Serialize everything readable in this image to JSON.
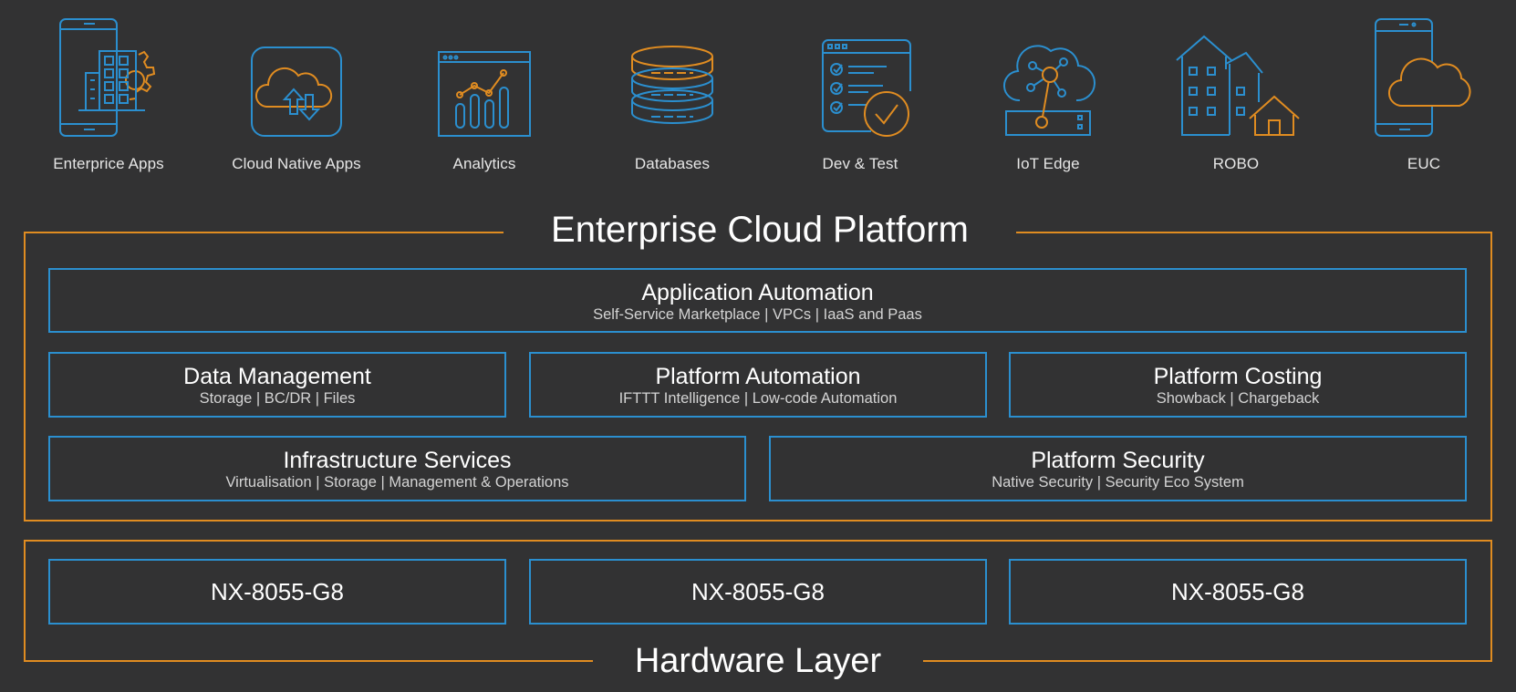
{
  "colors": {
    "background": "#323233",
    "frame_orange": "#e08c21",
    "box_blue": "#2b8fcf",
    "text": "#ffffff"
  },
  "workloads": [
    {
      "label": "Enterprice Apps",
      "icon": "enterprise-apps-icon"
    },
    {
      "label": "Cloud Native Apps",
      "icon": "cloud-native-apps-icon"
    },
    {
      "label": "Analytics",
      "icon": "analytics-icon"
    },
    {
      "label": "Databases",
      "icon": "databases-icon"
    },
    {
      "label": "Dev & Test",
      "icon": "dev-test-icon"
    },
    {
      "label": "IoT Edge",
      "icon": "iot-edge-icon"
    },
    {
      "label": "ROBO",
      "icon": "robo-icon"
    },
    {
      "label": "EUC",
      "icon": "euc-icon"
    }
  ],
  "platform": {
    "title": "Enterprise Cloud Platform",
    "app_automation": {
      "title": "Application Automation",
      "subtitle": "Self-Service Marketplace | VPCs | IaaS and Paas"
    },
    "data_management": {
      "title": "Data Management",
      "subtitle": "Storage | BC/DR | Files"
    },
    "platform_automation": {
      "title": "Platform Automation",
      "subtitle": "IFTTT Intelligence | Low-code Automation"
    },
    "platform_costing": {
      "title": "Platform Costing",
      "subtitle": "Showback | Chargeback"
    },
    "infrastructure_services": {
      "title": "Infrastructure Services",
      "subtitle": "Virtualisation | Storage | Management & Operations"
    },
    "platform_security": {
      "title": "Platform Security",
      "subtitle": "Native Security | Security Eco System"
    }
  },
  "hardware": {
    "title": "Hardware Layer",
    "nodes": [
      "NX-8055-G8",
      "NX-8055-G8",
      "NX-8055-G8"
    ]
  }
}
